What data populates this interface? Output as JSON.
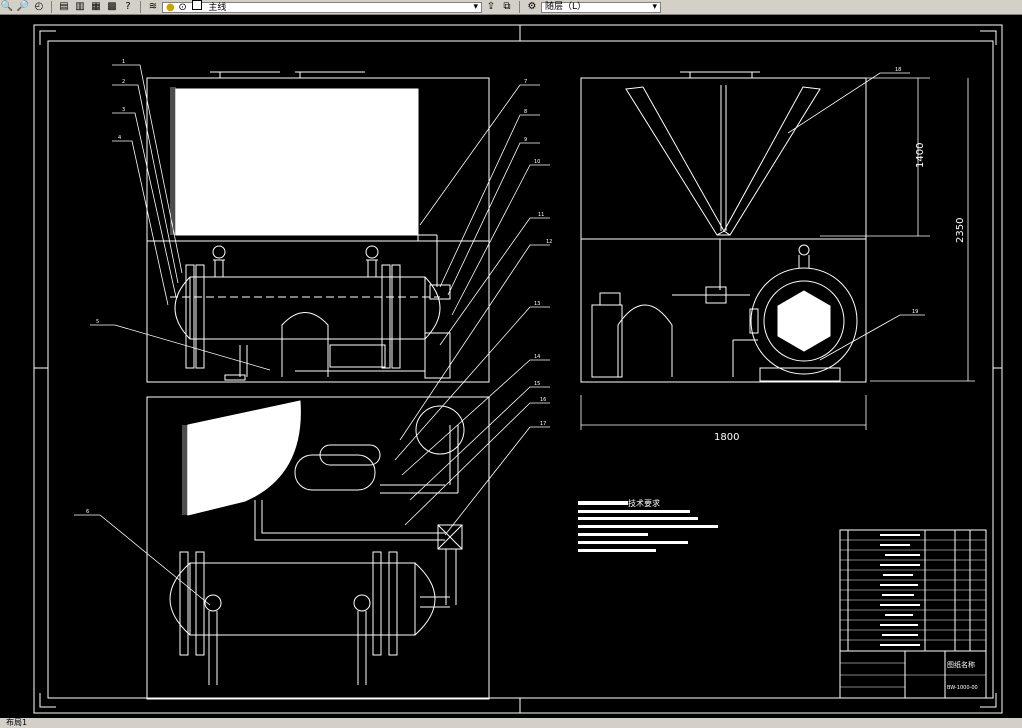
{
  "toolbar": {
    "layer_value": "主线",
    "color_value": "随层（L）",
    "icons": [
      "zoom-realtime-icon",
      "zoom-window-icon",
      "zoom-previous-icon",
      "properties-icon",
      "design-center-icon",
      "tool-palette-icon",
      "calculator-icon",
      "help-icon",
      "layer-manager-icon",
      "bulb-icon",
      "lock-icon"
    ]
  },
  "status": {
    "tab_label": "布局1"
  },
  "drawing": {
    "colors": {
      "lines": "#ffffff",
      "background": "#000000"
    },
    "dimensions": {
      "width": "1800",
      "height_upper": "1400",
      "height_total": "2350"
    },
    "tech_title": "技术要求",
    "title_block": {
      "name": "图纸名称",
      "code": "BW-1000-00"
    },
    "callouts": [
      "1",
      "2",
      "3",
      "4",
      "5",
      "6",
      "7",
      "8",
      "9",
      "10",
      "11",
      "12",
      "13",
      "14",
      "15",
      "16",
      "17",
      "18",
      "19"
    ]
  }
}
